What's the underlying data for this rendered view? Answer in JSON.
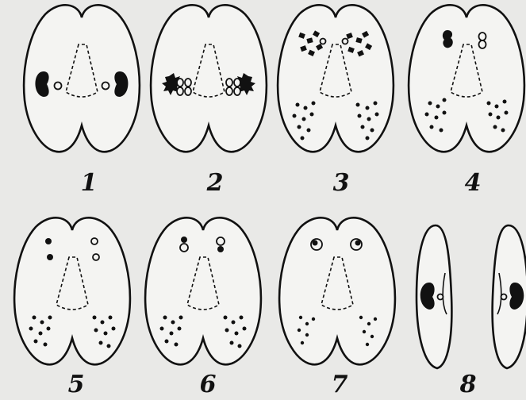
{
  "figure": {
    "panels": [
      {
        "id": "panel-1",
        "label": "1"
      },
      {
        "id": "panel-2",
        "label": "2"
      },
      {
        "id": "panel-3",
        "label": "3"
      },
      {
        "id": "panel-4",
        "label": "4"
      },
      {
        "id": "panel-5",
        "label": "5"
      },
      {
        "id": "panel-6",
        "label": "6"
      },
      {
        "id": "panel-7",
        "label": "7"
      },
      {
        "id": "panel-8",
        "label": "8"
      }
    ]
  }
}
